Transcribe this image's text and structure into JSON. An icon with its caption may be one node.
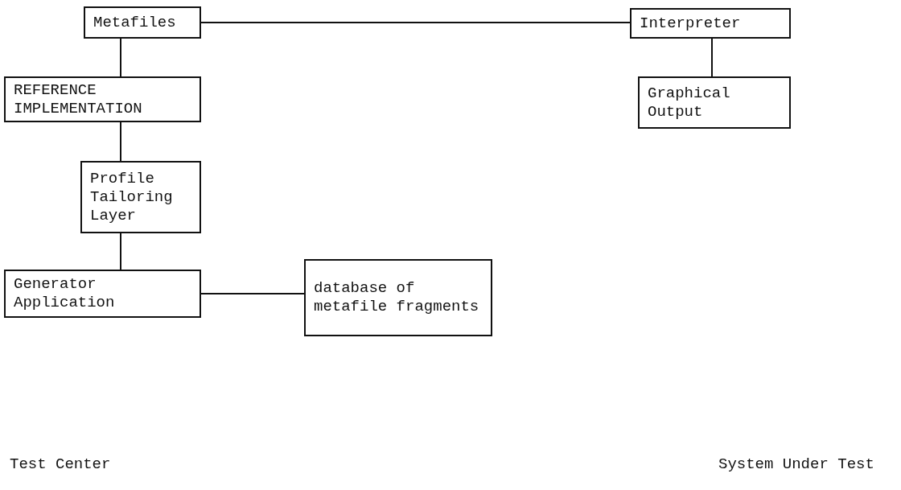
{
  "diagram": {
    "nodes": [
      {
        "text": [
          "Metafiles"
        ]
      },
      {
        "text": [
          "Interpreter"
        ]
      },
      {
        "text": [
          "REFERENCE IMPLEMENTATION"
        ]
      },
      {
        "text": [
          "Graphical Output"
        ]
      },
      {
        "text": [
          "Profile Tailoring Layer"
        ]
      },
      {
        "text": [
          "Generator Application"
        ]
      },
      {
        "text": [
          "database of metafile fragments"
        ]
      }
    ],
    "edges": [
      {
        "from": 0,
        "to": 1,
        "arrow": "none"
      },
      {
        "from": 0,
        "to": 2,
        "arrow": "none"
      },
      {
        "from": 1,
        "to": 3,
        "arrow": "none"
      },
      {
        "from": 2,
        "to": 4,
        "arrow": "none"
      },
      {
        "from": 4,
        "to": 5,
        "arrow": "none"
      },
      {
        "from": 5,
        "to": 6,
        "arrow": "none"
      }
    ],
    "labels": [
      "Test Center",
      "System Under Test"
    ]
  }
}
